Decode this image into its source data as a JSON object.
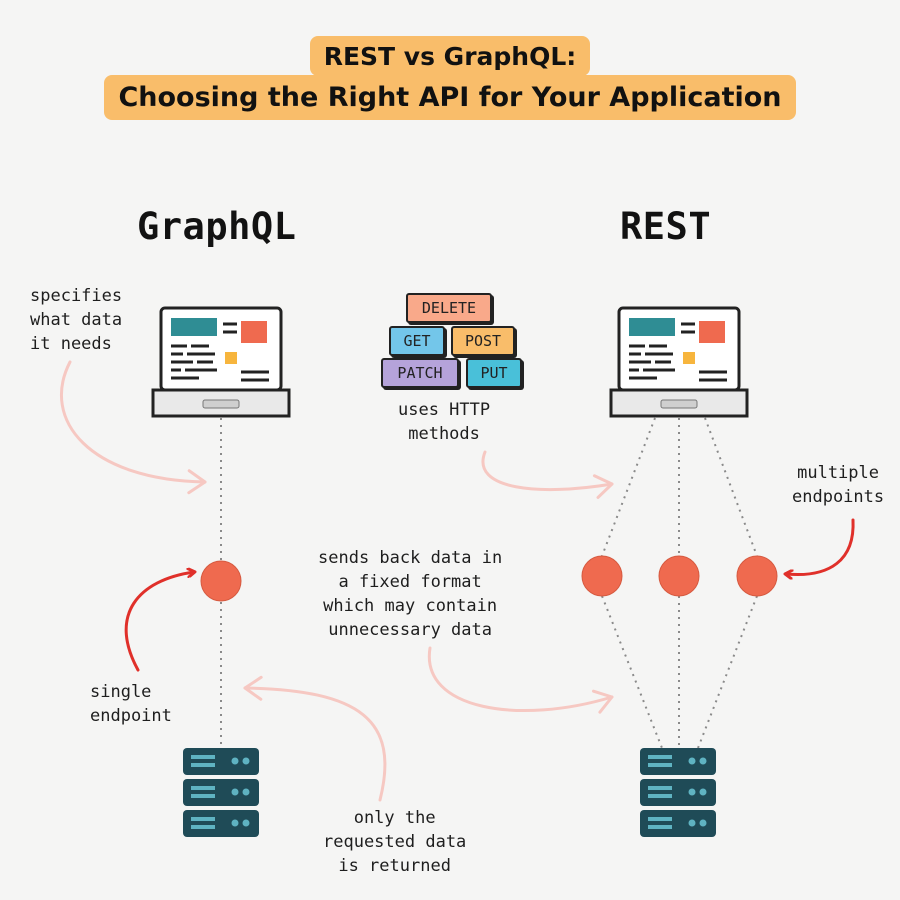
{
  "title": {
    "line1": "REST vs GraphQL:",
    "line2": "Choosing the Right API for Your Application"
  },
  "graphql": {
    "heading": "GraphQL",
    "note_specifies": "specifies\nwhat data\nit needs",
    "note_single": "single\nendpoint",
    "note_only": "only the\nrequested data\nis returned"
  },
  "rest": {
    "heading": "REST",
    "note_methods": "uses HTTP\nmethods",
    "note_multiple": "multiple\nendpoints",
    "note_fixed": "sends back data in\na fixed format\nwhich may contain\nunnecessary data"
  },
  "http_methods": [
    {
      "label": "DELETE",
      "color": "#f9a98a"
    },
    {
      "label": "GET",
      "color": "#73c6ea"
    },
    {
      "label": "POST",
      "color": "#f9bd6a"
    },
    {
      "label": "PATCH",
      "color": "#b5a3da"
    },
    {
      "label": "PUT",
      "color": "#49c0d9"
    }
  ],
  "colors": {
    "title_bg": "#f9bd6a",
    "endpoint": "#ef6a4f",
    "red_arrow": "#e0302a",
    "pink_arrow": "#f6c8c2",
    "server": "#1f4b57",
    "screen_teal": "#2f8d94",
    "screen_orange": "#ef6a4f",
    "screen_yellow": "#f7b53d"
  }
}
